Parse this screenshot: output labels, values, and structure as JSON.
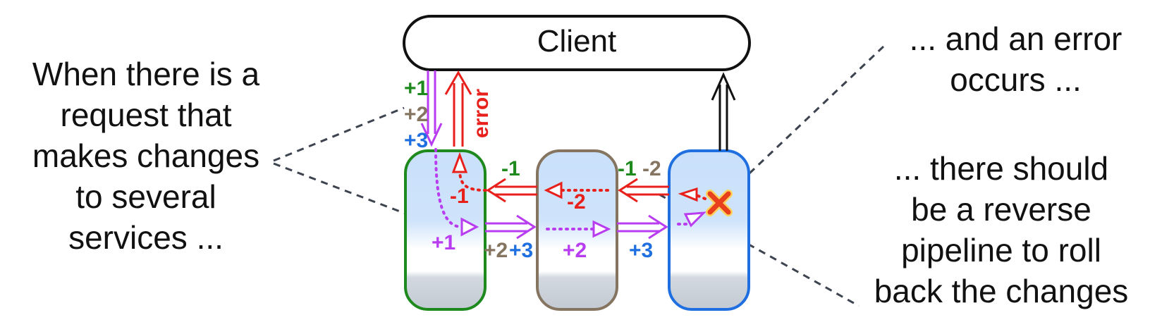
{
  "client_label": "Client",
  "left_caption": [
    "When there is a",
    "request that",
    "makes changes",
    "to several",
    "services ..."
  ],
  "top_right_caption": [
    "... and an error",
    "occurs ..."
  ],
  "bottom_right_caption": [
    "... there should",
    "be a reverse",
    "pipeline to roll",
    "back the changes"
  ],
  "error_label": "error",
  "request_labels": {
    "into_service1": [
      "+1",
      "+2",
      "+3"
    ],
    "service1_local": "+1",
    "service1_to_service2": [
      "+2",
      "+3"
    ],
    "service2_local": "+2",
    "service2_to_service3": "+3"
  },
  "rollback_labels": {
    "service3_to_service2": [
      "-1",
      "-2"
    ],
    "service2_local": "-2",
    "service2_to_service1": "-1",
    "service1_local": "-1"
  },
  "colors": {
    "service1_border": "#1e8a1e",
    "service2_border": "#857560",
    "service3_border": "#1f6fe0",
    "request_arrow": "#b83cf0",
    "rollback_arrow": "#e8201c",
    "error_marker": "#e8401c",
    "label_green": "#1e8a1e",
    "label_brown": "#857560",
    "label_blue": "#1f6fe0",
    "label_red": "#e8201c",
    "label_purple": "#b83cf0"
  }
}
